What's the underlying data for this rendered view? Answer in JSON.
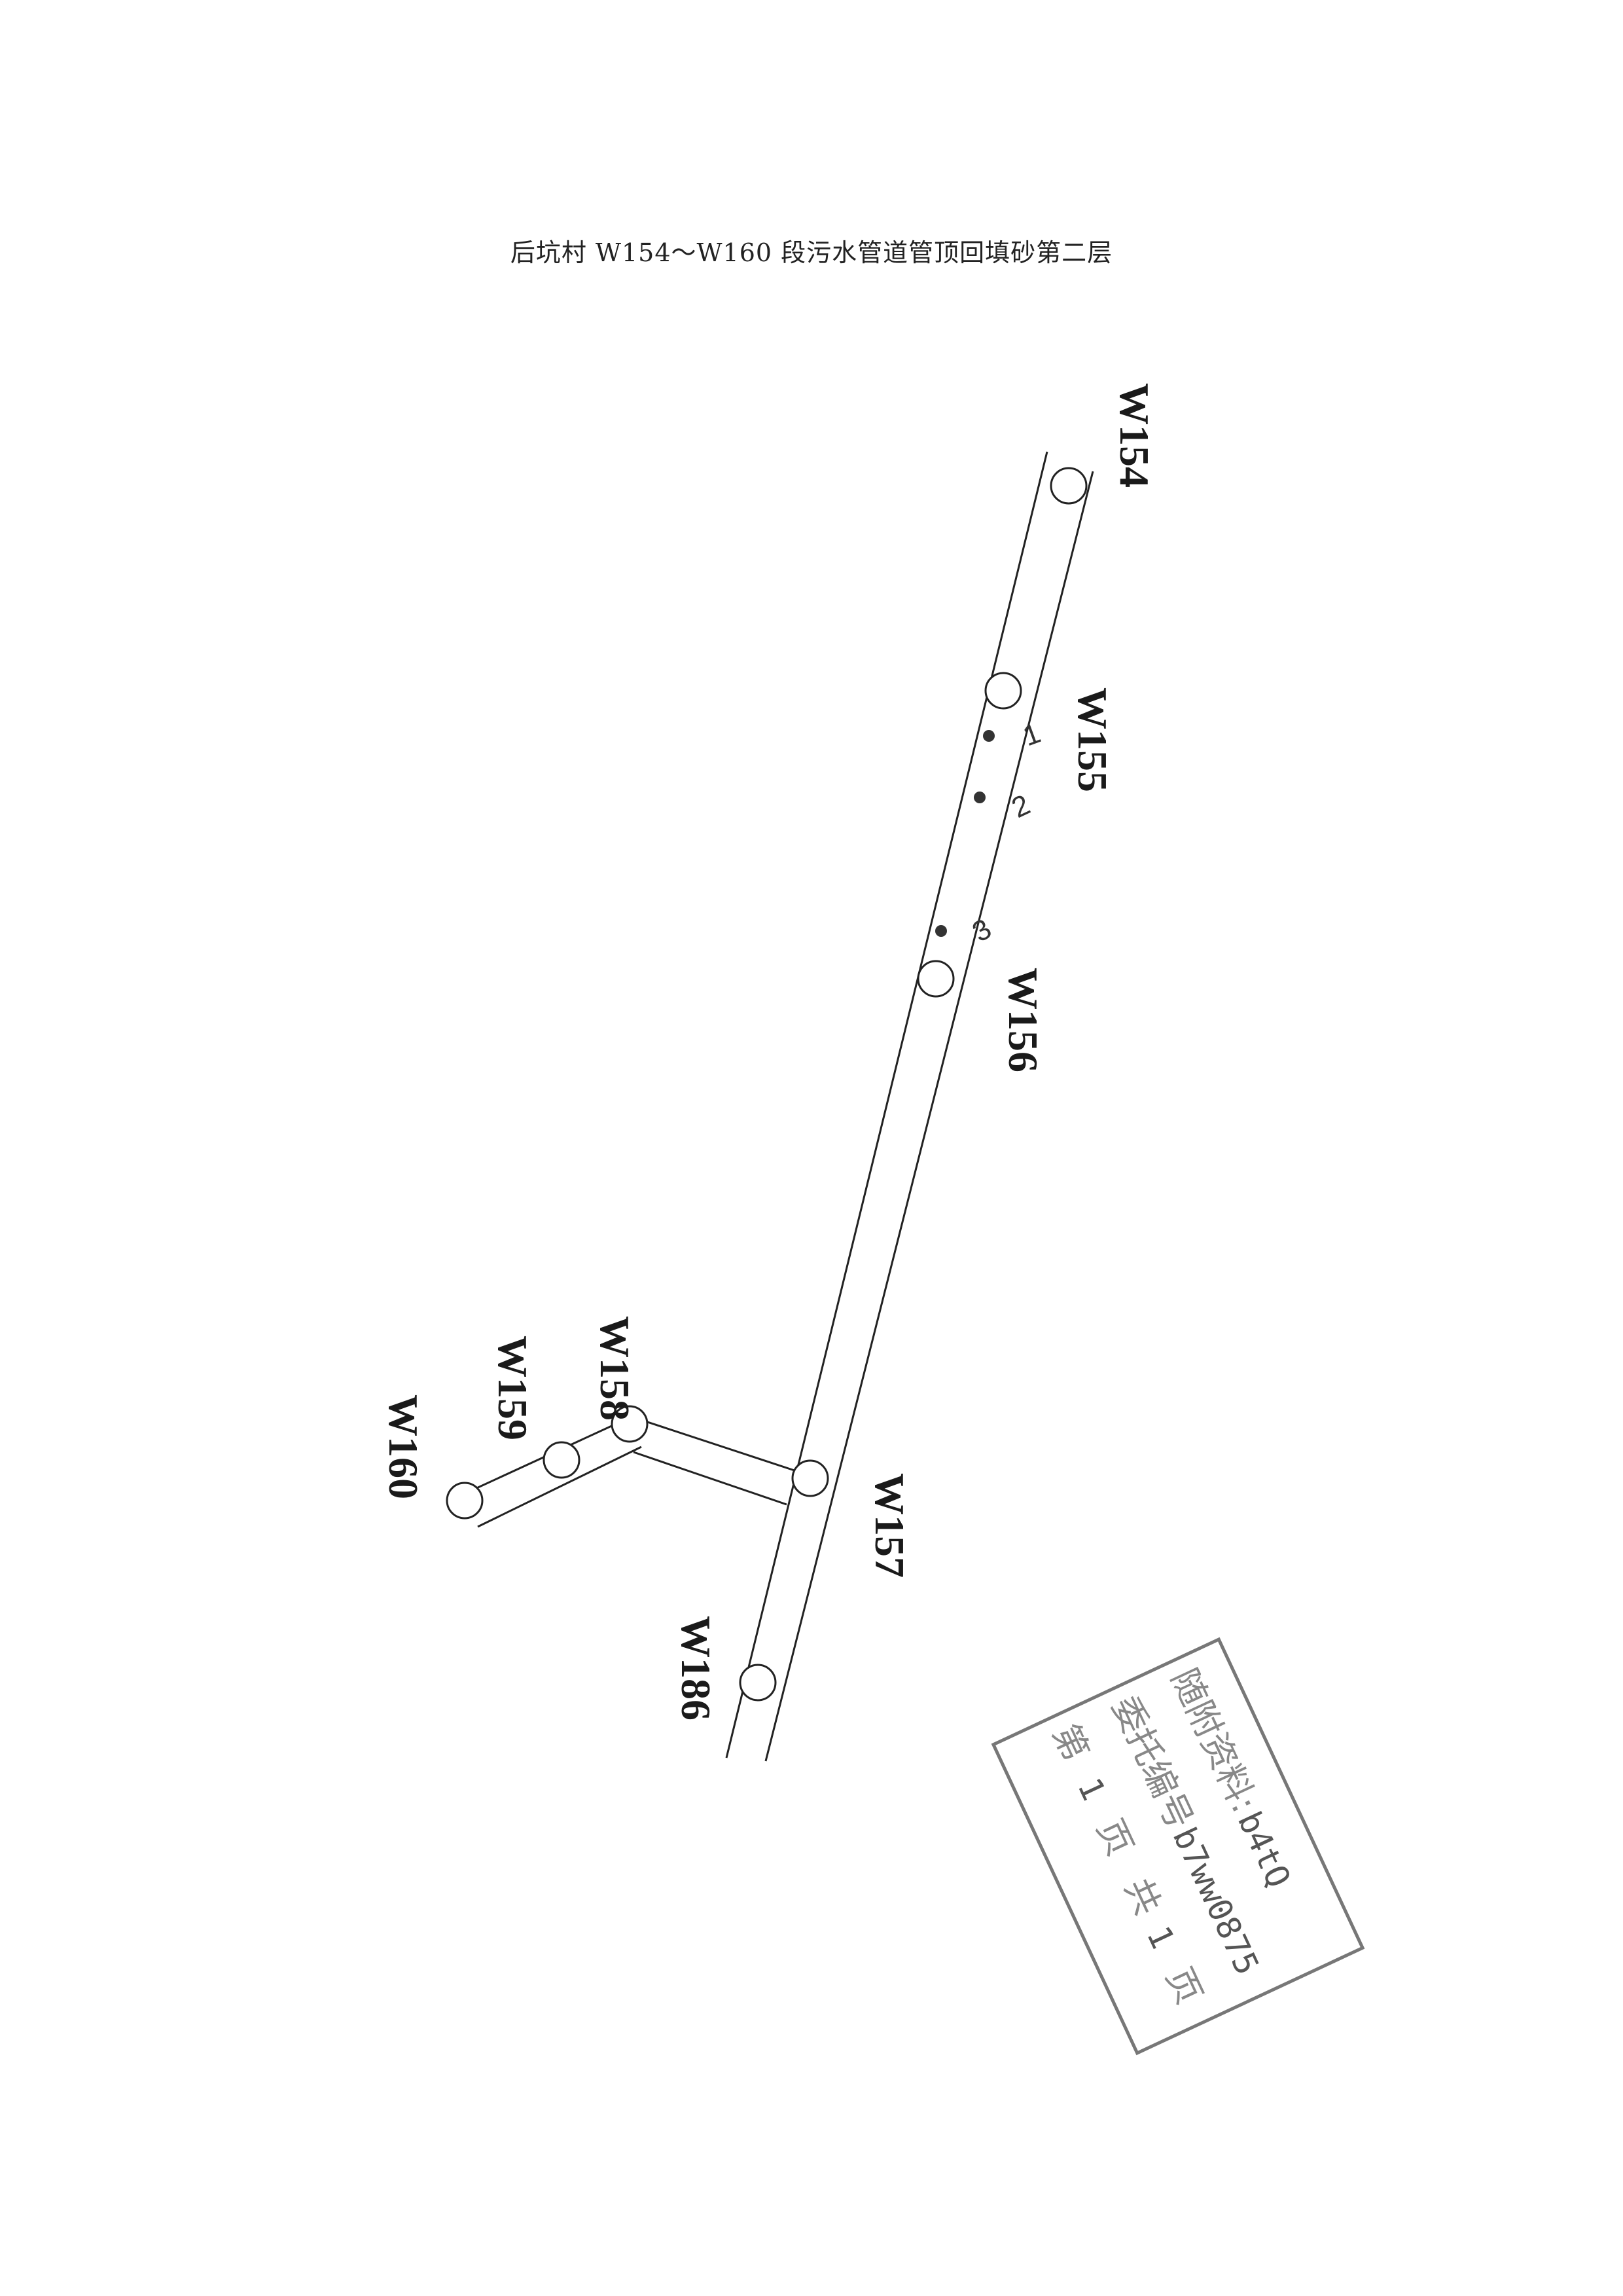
{
  "title": "后坑村 W154～W160 段污水管道管顶回填砂第二层",
  "manholes": {
    "w154": "W154",
    "w155": "W155",
    "w156": "W156",
    "w157": "W157",
    "w158": "W158",
    "w159": "W159",
    "w160": "W160",
    "w186": "W186"
  },
  "test_points": [
    "1",
    "2",
    "3"
  ],
  "stamp": {
    "line1": "随附资料:",
    "line1_hand": "b4tQ",
    "line2": "委托编号",
    "line2_hand": "b7ww0875",
    "line3_a": "第",
    "line3_a_hand": "1",
    "line3_b": "页",
    "line3_c": "共",
    "line3_c_hand": "1",
    "line3_d": "页"
  },
  "colors": {
    "line": "#222222",
    "stamp_border": "#777777",
    "stamp_text": "#888888"
  }
}
